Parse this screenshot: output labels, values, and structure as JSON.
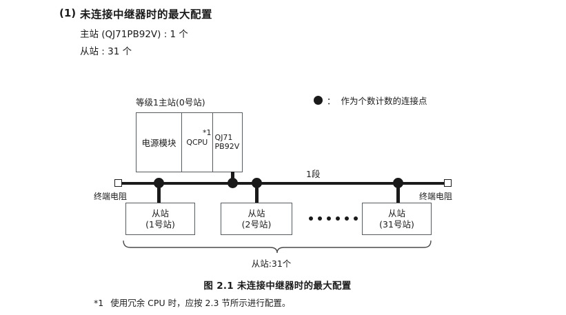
{
  "heading": {
    "number": "(1)",
    "title": "未连接中继器时的最大配置",
    "master_line": "主站 (QJ71PB92V) : 1 个",
    "slave_line": "从站 : 31 个"
  },
  "legend": {
    "marker": "connection-point-dot",
    "colon": "：",
    "text": "作为个数计数的连接点"
  },
  "diagram": {
    "master": {
      "label": "等级1主站(0号站)",
      "cells": [
        {
          "name": "power-module",
          "text": "电源模块"
        },
        {
          "name": "qcpu",
          "text": "QCPU",
          "note": "*1"
        },
        {
          "name": "network-module",
          "line1": "QJ71",
          "line2": "PB92V"
        }
      ]
    },
    "bus": {
      "segment_label": "1段",
      "terminator_left_label": "终端电阻",
      "terminator_right_label": "终端电阻"
    },
    "slaves": [
      {
        "line1": "从站",
        "line2": "(1号站)"
      },
      {
        "line1": "从站",
        "line2": "(2号站)"
      },
      {
        "line1": "从站",
        "line2": "(31号站)"
      }
    ],
    "ellipsis_dot_count": 6,
    "brace_label": "从站:31个"
  },
  "figure_caption": "图 2.1  未连接中继器时的最大配置",
  "footnote": {
    "mark": "*1",
    "text": "使用冗余 CPU 时，应按 2.3 节所示进行配置。"
  }
}
